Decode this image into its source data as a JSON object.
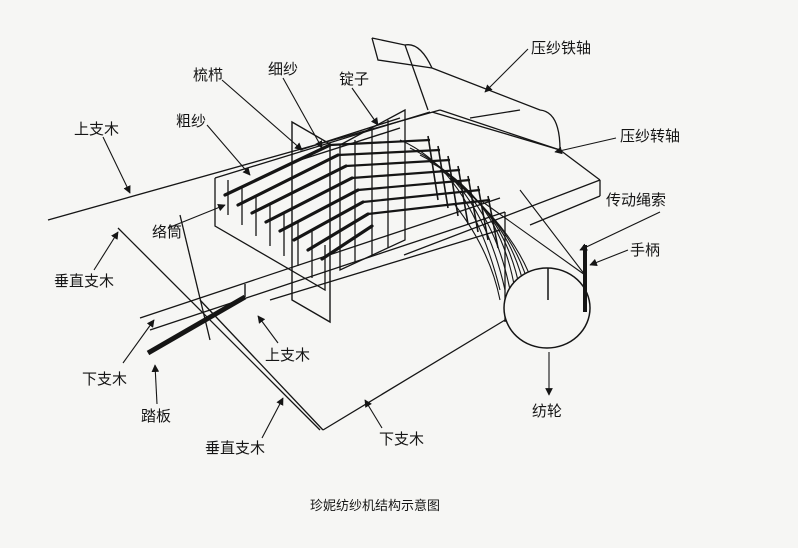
{
  "labels": {
    "yasha_tiezhou": "压纱铁轴",
    "yasha_zhuanzhou": "压纱转轴",
    "chuandong_shengsuo": "传动绳索",
    "shoubing": "手柄",
    "fanglun": "纺轮",
    "shuzhi": "梳栉",
    "xisha": "细纱",
    "dingzi": "锭子",
    "cusha": "粗纱",
    "luotong": "络筒",
    "shang_zhimu_top": "上支木",
    "chuizhi_zhimu_left": "垂直支木",
    "xia_zhimu_left": "下支木",
    "taban": "踏板",
    "shang_zhimu_bottom": "上支木",
    "chuizhi_zhimu_bottom": "垂直支木",
    "xia_zhimu_bottom": "下支木"
  },
  "caption": "珍妮纺纱机结构示意图",
  "colors": {
    "ink": "#151515",
    "paper": "#f6f6f4"
  }
}
